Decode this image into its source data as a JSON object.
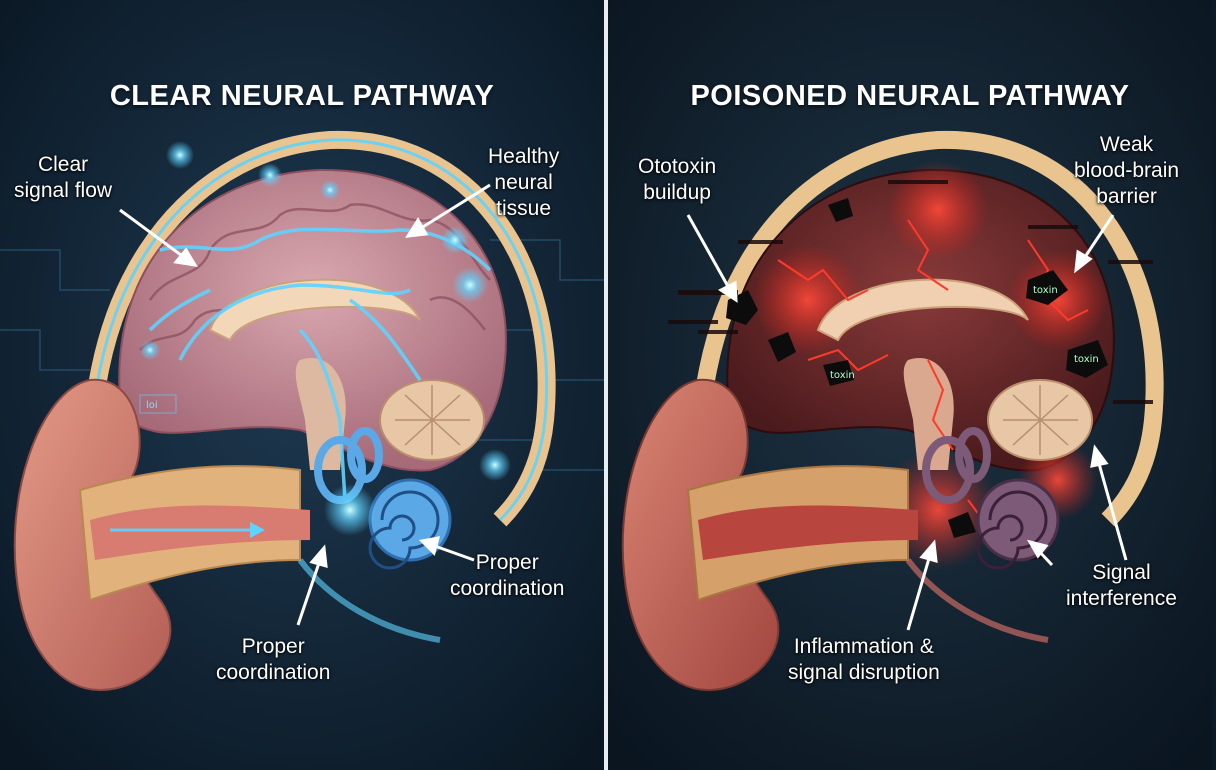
{
  "left_panel": {
    "title": "CLEAR NEURAL PATHWAY",
    "labels": {
      "clear_signal": "Clear\nsignal flow",
      "healthy_tissue": "Healthy\nneural\ntissue",
      "proper_coord_right": "Proper\ncoordination",
      "proper_coord_bottom": "Proper\ncoordination"
    },
    "screen_text": "loi"
  },
  "right_panel": {
    "title": "POISONED NEURAL PATHWAY",
    "labels": {
      "ototoxin": "Ototoxin\nbuildup",
      "weak_bbb": "Weak\nblood-brain\nbarrier",
      "signal_interference": "Signal\ninterference",
      "inflammation": "Inflammation &\nsignal disruption"
    },
    "toxin_word": "toxin"
  },
  "colors": {
    "background": "#0b1a26",
    "healthy_glow": "#5fd3ff",
    "toxic_red": "#d8241c",
    "brain_pink": "#c98a94",
    "skull_tan": "#e9c48f",
    "divider": "#e8edf0"
  }
}
